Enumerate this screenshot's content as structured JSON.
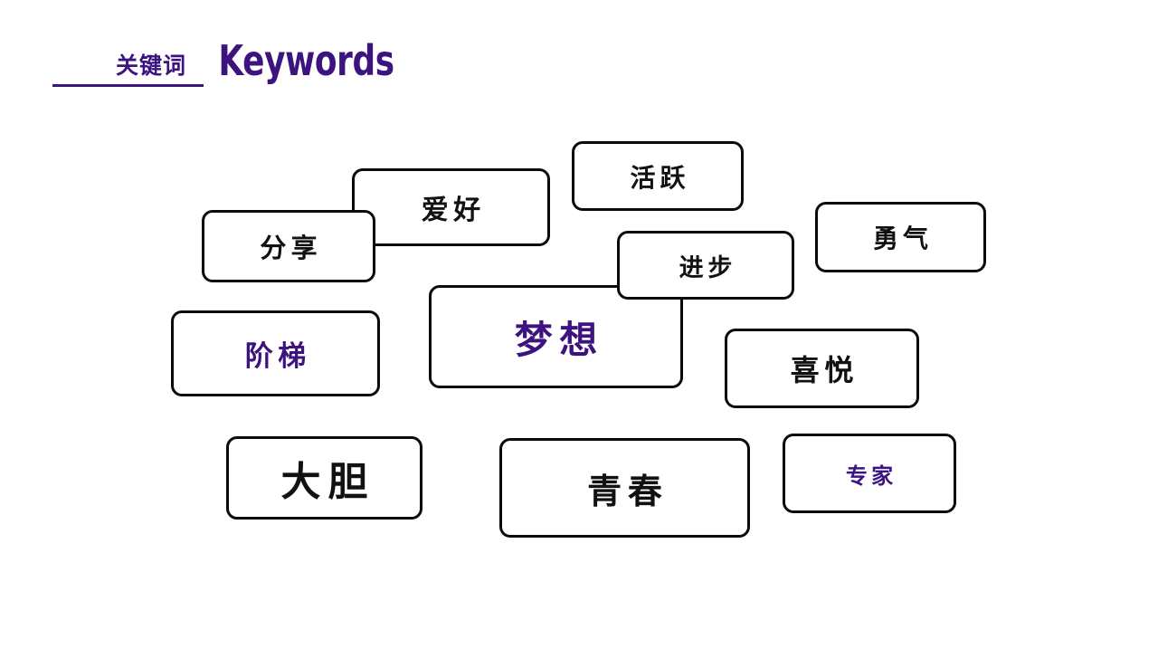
{
  "slide": {
    "background_color": "#ffffff",
    "accent_color": "#3d1380",
    "border_color": "#0a0a0a"
  },
  "header": {
    "title_cn": "关键词",
    "title_en": "Keywords",
    "rule": "horizontal-rule"
  },
  "keywords": [
    {
      "id": "fenxiang",
      "label": "分享",
      "color": "black"
    },
    {
      "id": "aihao",
      "label": "爱好",
      "color": "black"
    },
    {
      "id": "huoyue",
      "label": "活跃",
      "color": "black"
    },
    {
      "id": "yongqi",
      "label": "勇气",
      "color": "black"
    },
    {
      "id": "jinbu",
      "label": "进步",
      "color": "black"
    },
    {
      "id": "jieti",
      "label": "阶梯",
      "color": "purple"
    },
    {
      "id": "mengxiang",
      "label": "梦想",
      "color": "purple"
    },
    {
      "id": "xiyue",
      "label": "喜悦",
      "color": "black"
    },
    {
      "id": "dadan",
      "label": "大胆",
      "color": "black"
    },
    {
      "id": "qingchun",
      "label": "青春",
      "color": "black"
    },
    {
      "id": "zhuanjia",
      "label": "专家",
      "color": "purple"
    }
  ]
}
